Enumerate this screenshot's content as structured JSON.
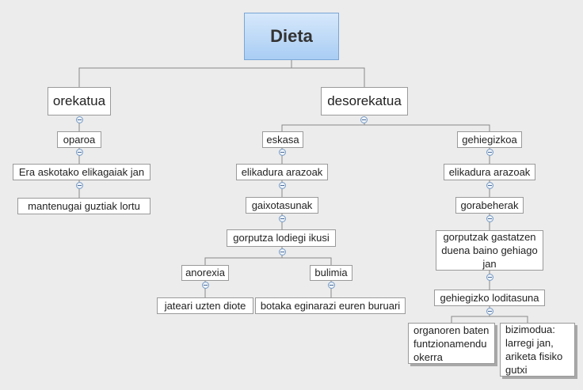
{
  "colors": {
    "background": "#ececec",
    "root_fill": "#a9cdf4",
    "node_border": "#9a9a9a",
    "line": "#888888"
  },
  "icons": {
    "collapse": "minus-circle-icon"
  },
  "map": {
    "root": "Dieta",
    "orekatua": {
      "label": "orekatua",
      "chain": [
        "oparoa",
        "Era askotako elikagaiak jan",
        "mantenugai guztiak lortu"
      ]
    },
    "desorekatua": {
      "label": "desorekatua",
      "eskasa": {
        "chain": [
          "eskasa",
          "elikadura arazoak",
          "gaixotasunak",
          "gorputza lodiegi ikusi"
        ],
        "anorexia": [
          "anorexia",
          "jateari uzten diote"
        ],
        "bulimia": [
          "bulimia",
          "botaka eginarazi euren buruari"
        ]
      },
      "gehiegizkoa": {
        "chain": [
          "gehiegizkoa",
          "elikadura arazoak",
          "gorabeherak",
          "gorputzak gastatzen duena baino gehiago jan",
          "gehiegizko loditasuna"
        ],
        "leaves": [
          "organoren baten funtzionamendu okerra",
          "bizimodua: larregi jan, ariketa fisiko gutxi"
        ]
      }
    }
  }
}
